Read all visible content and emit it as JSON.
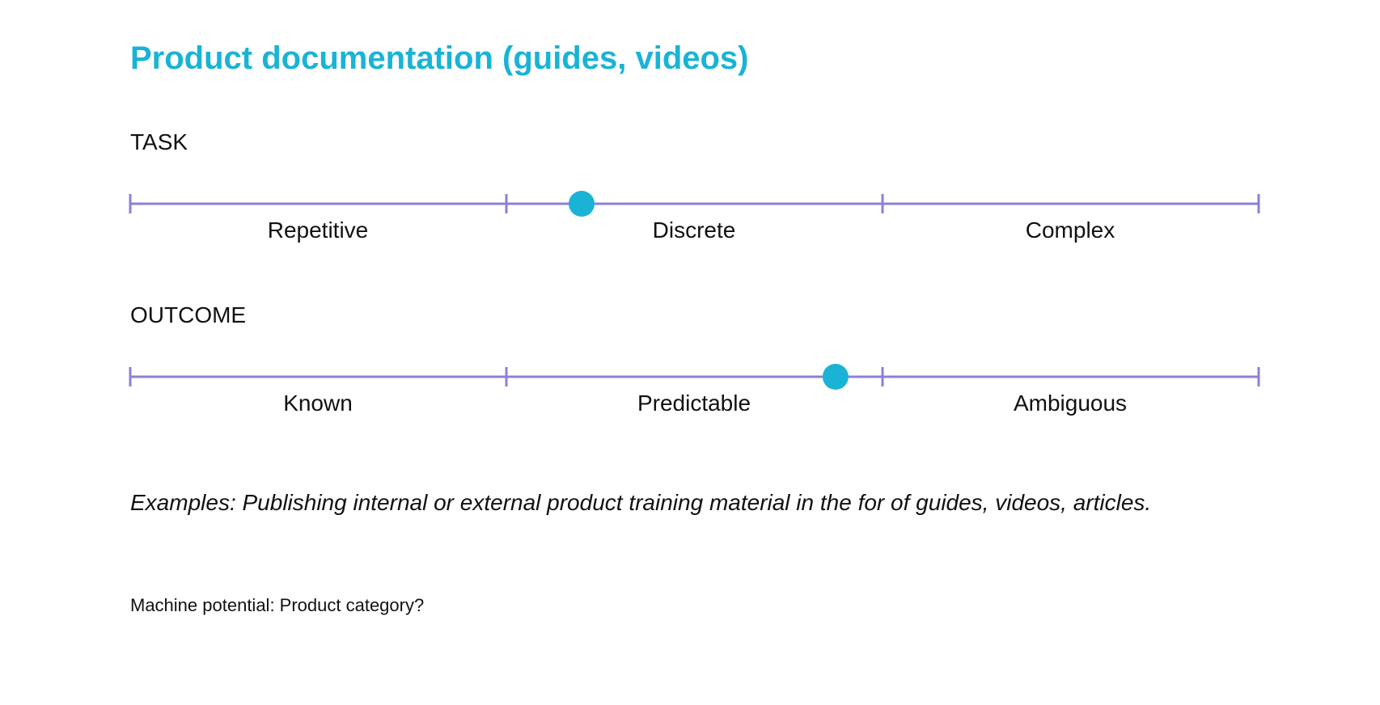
{
  "title": "Product documentation (guides, videos)",
  "colors": {
    "title": "#1ab3d6",
    "track": "#8e7fd6",
    "marker": "#1ab3d6",
    "text": "#111111"
  },
  "scales": [
    {
      "heading": "TASK",
      "segments": [
        "Repetitive",
        "Discrete",
        "Complex"
      ],
      "value": 0.4
    },
    {
      "heading": "OUTCOME",
      "segments": [
        "Known",
        "Predictable",
        "Ambiguous"
      ],
      "value": 0.625
    }
  ],
  "examples": "Examples: Publishing internal or external product training material in the for of guides, videos, articles.",
  "machine_potential": "Machine potential: Product category?"
}
